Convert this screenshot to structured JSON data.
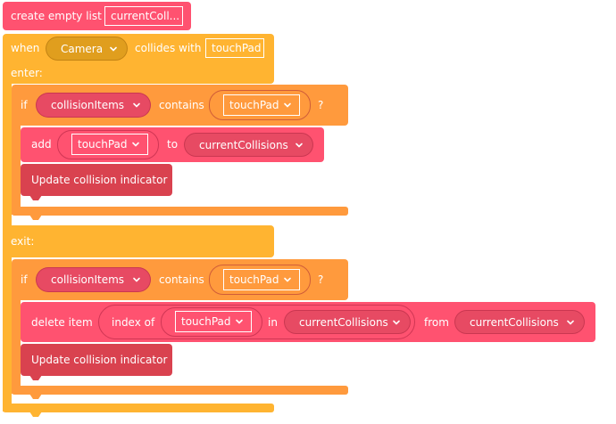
{
  "create_block": {
    "label": "create empty list",
    "variable": "currentColl..."
  },
  "event_block": {
    "when_label": "when",
    "object": "Camera",
    "collides_label": "collides with",
    "target": "touchPad",
    "enter_label": "enter:",
    "exit_label": "exit:"
  },
  "enter": {
    "if_label": "if",
    "list_var": "collisionItems",
    "contains_label": "contains",
    "item": "touchPad",
    "question": "?",
    "add_label": "add",
    "add_item": "touchPad",
    "to_label": "to",
    "add_list": "currentCollisions",
    "update_label": "Update collision indicator"
  },
  "exit": {
    "if_label": "if",
    "list_var": "collisionItems",
    "contains_label": "contains",
    "item": "touchPad",
    "question": "?",
    "delete_label": "delete item",
    "index_label": "index of",
    "index_item": "touchPad",
    "in_label": "in",
    "in_list": "currentCollisions",
    "from_label": "from",
    "from_list": "currentCollisions",
    "update_label": "Update collision indicator"
  },
  "colors": {
    "list_block": "#ff5270",
    "event_block": "#ffb431",
    "logic_block": "#ff9a3d",
    "function_block": "#d9424f"
  }
}
